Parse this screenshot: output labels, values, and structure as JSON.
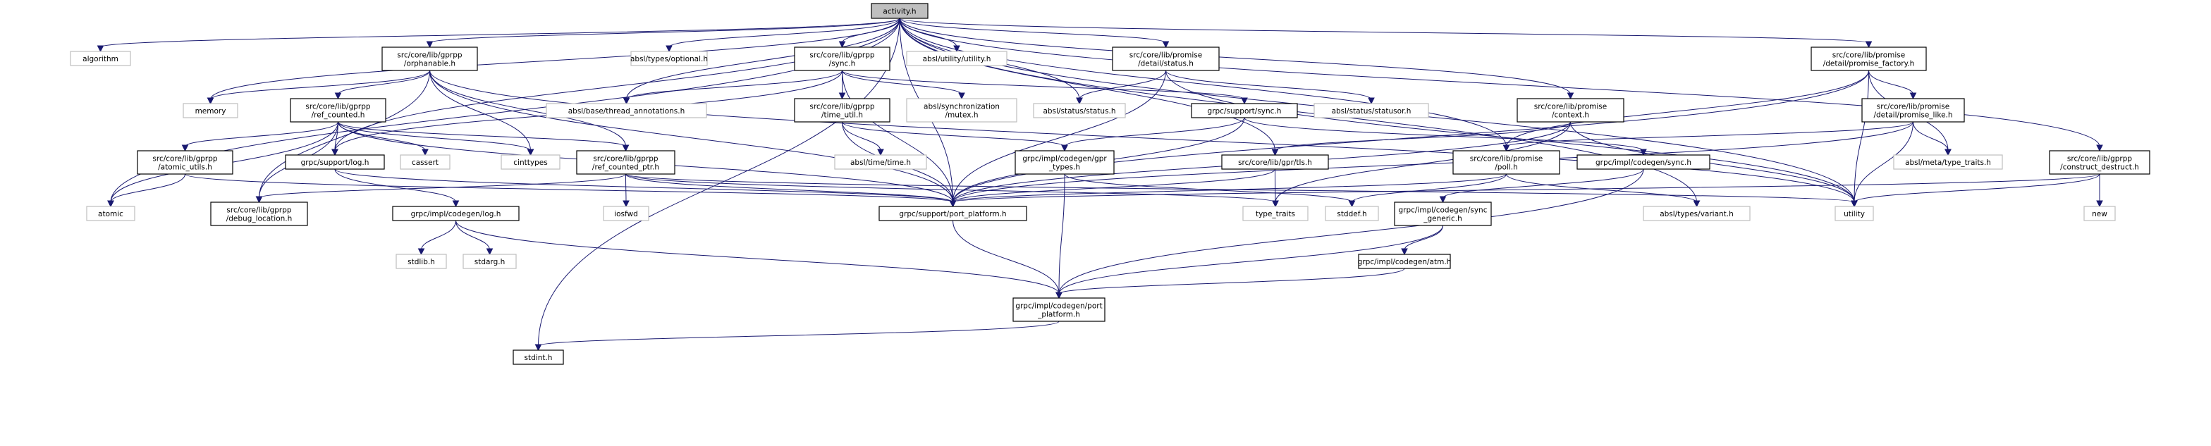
{
  "title": "activity.h include dependency graph",
  "colors": {
    "edge": "#191970",
    "root_fill": "#bfbfbf",
    "node_border": "#000000",
    "external_border": "#bfbfbf"
  },
  "nodes": [
    {
      "id": "activity",
      "lines": [
        "activity.h"
      ],
      "kind": "root"
    },
    {
      "id": "algorithm",
      "lines": [
        "algorithm"
      ],
      "kind": "external"
    },
    {
      "id": "orphanable",
      "lines": [
        "src/core/lib/gprpp",
        "/orphanable.h"
      ],
      "kind": "documented"
    },
    {
      "id": "memory",
      "lines": [
        "memory"
      ],
      "kind": "external"
    },
    {
      "id": "ref_counted",
      "lines": [
        "src/core/lib/gprpp",
        "/ref_counted.h"
      ],
      "kind": "documented"
    },
    {
      "id": "atomic_utils",
      "lines": [
        "src/core/lib/gprpp",
        "/atomic_utils.h"
      ],
      "kind": "documented"
    },
    {
      "id": "atomic",
      "lines": [
        "atomic"
      ],
      "kind": "external"
    },
    {
      "id": "debug_location",
      "lines": [
        "src/core/lib/gprpp",
        "/debug_location.h"
      ],
      "kind": "documented"
    },
    {
      "id": "support_log",
      "lines": [
        "grpc/support/log.h"
      ],
      "kind": "documented"
    },
    {
      "id": "cassert",
      "lines": [
        "cassert"
      ],
      "kind": "external"
    },
    {
      "id": "cinttypes",
      "lines": [
        "cinttypes"
      ],
      "kind": "external"
    },
    {
      "id": "ref_counted_ptr",
      "lines": [
        "src/core/lib/gprpp",
        "/ref_counted_ptr.h"
      ],
      "kind": "documented"
    },
    {
      "id": "iosfwd",
      "lines": [
        "iosfwd"
      ],
      "kind": "external"
    },
    {
      "id": "codegen_log",
      "lines": [
        "grpc/impl/codegen/log.h"
      ],
      "kind": "documented"
    },
    {
      "id": "stdlib",
      "lines": [
        "stdlib.h"
      ],
      "kind": "external"
    },
    {
      "id": "stdarg",
      "lines": [
        "stdarg.h"
      ],
      "kind": "external"
    },
    {
      "id": "stdint",
      "lines": [
        "stdint.h"
      ],
      "kind": "documented"
    },
    {
      "id": "optional",
      "lines": [
        "absl/types/optional.h"
      ],
      "kind": "external"
    },
    {
      "id": "gprpp_sync",
      "lines": [
        "src/core/lib/gprpp",
        "/sync.h"
      ],
      "kind": "documented"
    },
    {
      "id": "utility_h",
      "lines": [
        "absl/utility/utility.h"
      ],
      "kind": "external"
    },
    {
      "id": "thread_annotations",
      "lines": [
        "absl/base/thread_annotations.h"
      ],
      "kind": "external"
    },
    {
      "id": "time_util",
      "lines": [
        "src/core/lib/gprpp",
        "/time_util.h"
      ],
      "kind": "documented"
    },
    {
      "id": "mutex",
      "lines": [
        "absl/synchronization",
        "/mutex.h"
      ],
      "kind": "external"
    },
    {
      "id": "time_h",
      "lines": [
        "absl/time/time.h"
      ],
      "kind": "external"
    },
    {
      "id": "support_port_platform",
      "lines": [
        "grpc/support/port_platform.h"
      ],
      "kind": "documented"
    },
    {
      "id": "detail_status",
      "lines": [
        "src/core/lib/promise",
        "/detail/status.h"
      ],
      "kind": "documented"
    },
    {
      "id": "status",
      "lines": [
        "absl/status/status.h"
      ],
      "kind": "external"
    },
    {
      "id": "support_sync",
      "lines": [
        "grpc/support/sync.h"
      ],
      "kind": "documented"
    },
    {
      "id": "statusor",
      "lines": [
        "absl/status/statusor.h"
      ],
      "kind": "external"
    },
    {
      "id": "gpr_types",
      "lines": [
        "grpc/impl/codegen/gpr",
        "_types.h"
      ],
      "kind": "documented"
    },
    {
      "id": "tls",
      "lines": [
        "src/core/lib/gpr/tls.h"
      ],
      "kind": "documented"
    },
    {
      "id": "type_traits",
      "lines": [
        "type_traits"
      ],
      "kind": "external"
    },
    {
      "id": "stddef",
      "lines": [
        "stddef.h"
      ],
      "kind": "external"
    },
    {
      "id": "context",
      "lines": [
        "src/core/lib/promise",
        "/context.h"
      ],
      "kind": "documented"
    },
    {
      "id": "poll",
      "lines": [
        "src/core/lib/promise",
        "/poll.h"
      ],
      "kind": "documented"
    },
    {
      "id": "codegen_sync",
      "lines": [
        "grpc/impl/codegen/sync.h"
      ],
      "kind": "documented"
    },
    {
      "id": "sync_generic",
      "lines": [
        "grpc/impl/codegen/sync",
        "_generic.h"
      ],
      "kind": "documented"
    },
    {
      "id": "atm",
      "lines": [
        "grpc/impl/codegen/atm.h"
      ],
      "kind": "documented"
    },
    {
      "id": "codegen_port_platform",
      "lines": [
        "grpc/impl/codegen/port",
        "_platform.h"
      ],
      "kind": "documented"
    },
    {
      "id": "variant",
      "lines": [
        "absl/types/variant.h"
      ],
      "kind": "external"
    },
    {
      "id": "promise_factory",
      "lines": [
        "src/core/lib/promise",
        "/detail/promise_factory.h"
      ],
      "kind": "documented"
    },
    {
      "id": "promise_like",
      "lines": [
        "src/core/lib/promise",
        "/detail/promise_like.h"
      ],
      "kind": "documented"
    },
    {
      "id": "meta_type_traits",
      "lines": [
        "absl/meta/type_traits.h"
      ],
      "kind": "external"
    },
    {
      "id": "utility",
      "lines": [
        "utility"
      ],
      "kind": "external"
    },
    {
      "id": "construct_destruct",
      "lines": [
        "src/core/lib/gprpp",
        "/construct_destruct.h"
      ],
      "kind": "documented"
    },
    {
      "id": "new",
      "lines": [
        "new"
      ],
      "kind": "external"
    }
  ],
  "edges": [
    [
      "activity",
      "algorithm"
    ],
    [
      "activity",
      "orphanable"
    ],
    [
      "activity",
      "memory"
    ],
    [
      "activity",
      "atomic"
    ],
    [
      "activity",
      "stdint"
    ],
    [
      "activity",
      "support_log"
    ],
    [
      "activity",
      "support_port_platform"
    ],
    [
      "activity",
      "optional"
    ],
    [
      "activity",
      "gprpp_sync"
    ],
    [
      "activity",
      "utility_h"
    ],
    [
      "activity",
      "thread_annotations"
    ],
    [
      "activity",
      "detail_status"
    ],
    [
      "activity",
      "status"
    ],
    [
      "activity",
      "context"
    ],
    [
      "activity",
      "poll"
    ],
    [
      "activity",
      "variant"
    ],
    [
      "activity",
      "promise_factory"
    ],
    [
      "activity",
      "construct_destruct"
    ],
    [
      "activity",
      "utility"
    ],
    [
      "activity",
      "tls"
    ],
    [
      "orphanable",
      "memory"
    ],
    [
      "orphanable",
      "ref_counted"
    ],
    [
      "orphanable",
      "debug_location"
    ],
    [
      "orphanable",
      "cinttypes"
    ],
    [
      "orphanable",
      "ref_counted_ptr"
    ],
    [
      "orphanable",
      "support_port_platform"
    ],
    [
      "orphanable",
      "utility"
    ],
    [
      "ref_counted",
      "atomic_utils"
    ],
    [
      "ref_counted",
      "atomic"
    ],
    [
      "ref_counted",
      "debug_location"
    ],
    [
      "ref_counted",
      "support_log"
    ],
    [
      "ref_counted",
      "cassert"
    ],
    [
      "ref_counted",
      "cinttypes"
    ],
    [
      "ref_counted",
      "ref_counted_ptr"
    ],
    [
      "ref_counted",
      "support_port_platform"
    ],
    [
      "atomic_utils",
      "atomic"
    ],
    [
      "atomic_utils",
      "support_port_platform"
    ],
    [
      "support_log",
      "codegen_log"
    ],
    [
      "support_log",
      "support_port_platform"
    ],
    [
      "codegen_log",
      "stdlib"
    ],
    [
      "codegen_log",
      "stdarg"
    ],
    [
      "codegen_log",
      "codegen_port_platform"
    ],
    [
      "ref_counted_ptr",
      "iosfwd"
    ],
    [
      "ref_counted_ptr",
      "debug_location"
    ],
    [
      "ref_counted_ptr",
      "type_traits"
    ],
    [
      "ref_counted_ptr",
      "utility"
    ],
    [
      "ref_counted_ptr",
      "support_port_platform"
    ],
    [
      "gprpp_sync",
      "thread_annotations"
    ],
    [
      "gprpp_sync",
      "time_util"
    ],
    [
      "gprpp_sync",
      "mutex"
    ],
    [
      "gprpp_sync",
      "support_sync"
    ],
    [
      "gprpp_sync",
      "support_log"
    ],
    [
      "gprpp_sync",
      "support_port_platform"
    ],
    [
      "time_util",
      "time_h"
    ],
    [
      "time_util",
      "gpr_types"
    ],
    [
      "time_util",
      "support_port_platform"
    ],
    [
      "support_port_platform",
      "codegen_port_platform"
    ],
    [
      "codegen_port_platform",
      "stdint"
    ],
    [
      "detail_status",
      "status"
    ],
    [
      "detail_status",
      "statusor"
    ],
    [
      "detail_status",
      "utility"
    ],
    [
      "detail_status",
      "support_port_platform"
    ],
    [
      "support_sync",
      "gpr_types"
    ],
    [
      "support_sync",
      "codegen_sync"
    ],
    [
      "support_sync",
      "support_port_platform"
    ],
    [
      "gpr_types",
      "codegen_port_platform"
    ],
    [
      "gpr_types",
      "stddef"
    ],
    [
      "tls",
      "type_traits"
    ],
    [
      "tls",
      "support_port_platform"
    ],
    [
      "context",
      "tls"
    ],
    [
      "context",
      "type_traits"
    ],
    [
      "context",
      "utility"
    ],
    [
      "context",
      "support_port_platform"
    ],
    [
      "poll",
      "variant"
    ],
    [
      "poll",
      "stddef"
    ],
    [
      "poll",
      "support_port_platform"
    ],
    [
      "codegen_sync",
      "sync_generic"
    ],
    [
      "codegen_sync",
      "codegen_port_platform"
    ],
    [
      "sync_generic",
      "atm"
    ],
    [
      "sync_generic",
      "codegen_port_platform"
    ],
    [
      "atm",
      "codegen_port_platform"
    ],
    [
      "promise_factory",
      "promise_like"
    ],
    [
      "promise_factory",
      "meta_type_traits"
    ],
    [
      "promise_factory",
      "utility"
    ],
    [
      "promise_factory",
      "poll"
    ],
    [
      "promise_factory",
      "support_port_platform"
    ],
    [
      "promise_like",
      "meta_type_traits"
    ],
    [
      "promise_like",
      "utility"
    ],
    [
      "promise_like",
      "poll"
    ],
    [
      "promise_like",
      "support_port_platform"
    ],
    [
      "construct_destruct",
      "new"
    ],
    [
      "construct_destruct",
      "utility"
    ],
    [
      "construct_destruct",
      "support_port_platform"
    ]
  ]
}
